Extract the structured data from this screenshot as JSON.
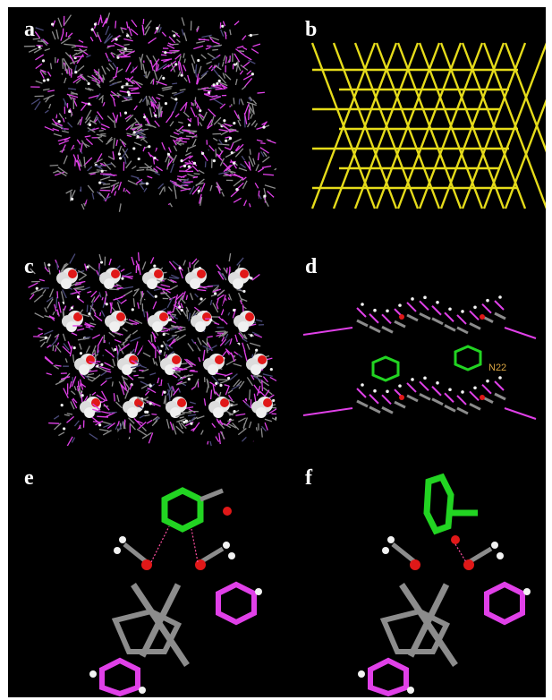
{
  "panels": [
    {
      "id": "a",
      "label": "a"
    },
    {
      "id": "b",
      "label": "b"
    },
    {
      "id": "c",
      "label": "c"
    },
    {
      "id": "d",
      "label": "d",
      "annotation": "N22"
    },
    {
      "id": "e",
      "label": "e"
    },
    {
      "id": "f",
      "label": "f"
    }
  ],
  "colors": {
    "background": "#000000",
    "carbon": "#8c8c8c",
    "nitrogen": "#e040e8",
    "oxygen": "#e01818",
    "hydrogen": "#f2f2f2",
    "guest": "#22d422",
    "net": "#e6dc1a"
  }
}
